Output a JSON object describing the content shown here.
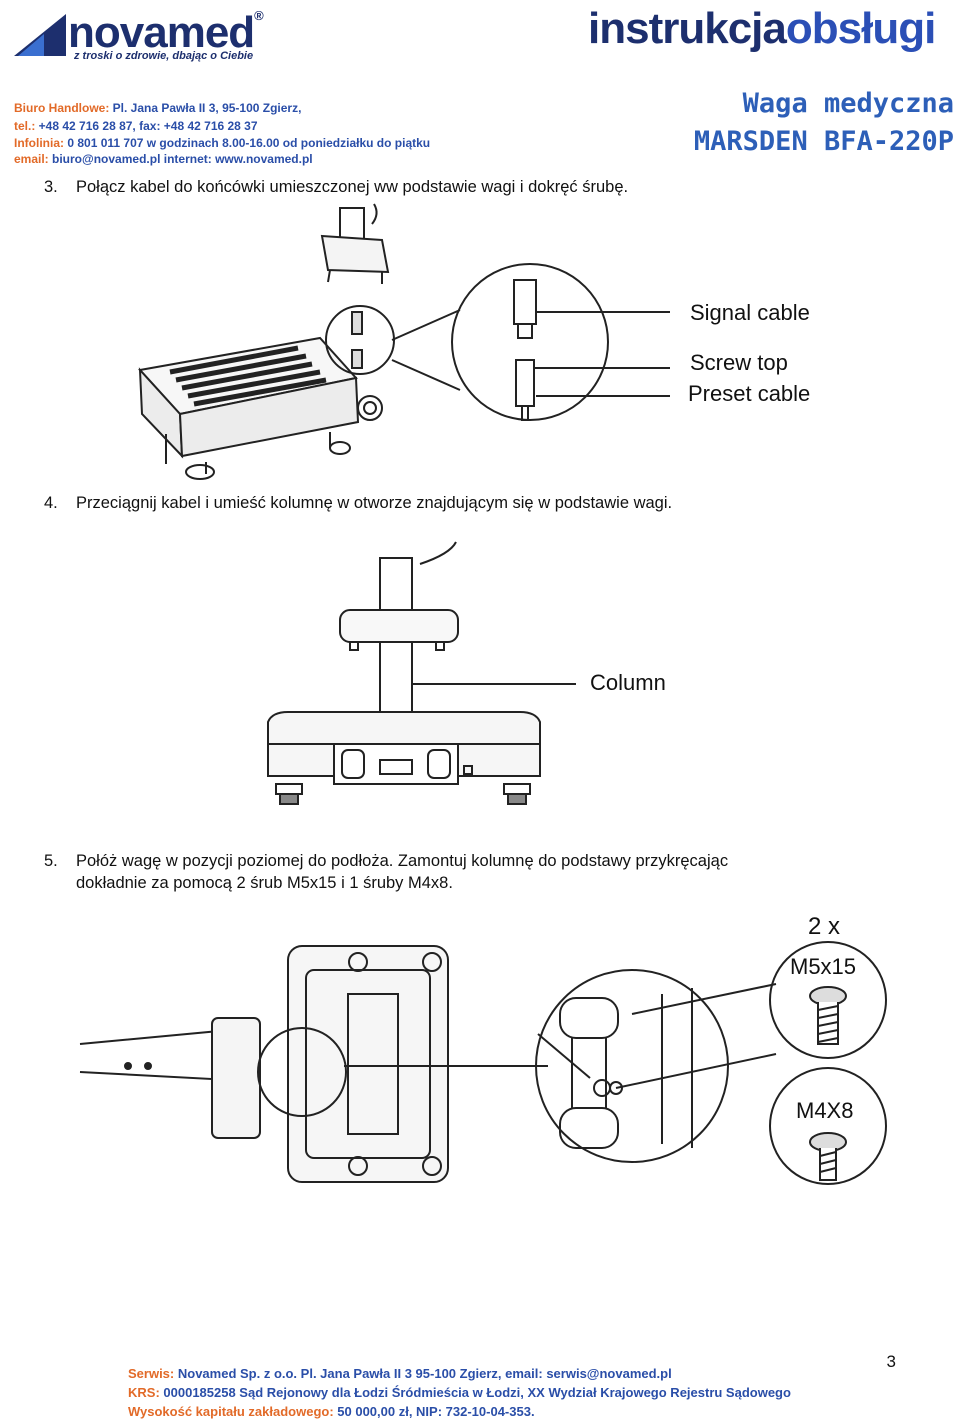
{
  "header": {
    "logo": "novamed",
    "logo_reg": "®",
    "tagline": "z troski o zdrowie, dbając o Ciebie",
    "brand_left": "instrukcja",
    "brand_right": "obsługi",
    "address_lines": [
      {
        "label": "Biuro Handlowe:",
        "text": " Pl. Jana Pawła II 3, 95-100 Zgierz,"
      },
      {
        "label": "tel.:",
        "text": " +48 42 716 28 87, fax: +48 42 716 28 37"
      },
      {
        "label": "Infolinia:",
        "text": " 0 801 011 707 w godzinach 8.00-16.00 od poniedziałku do piątku"
      },
      {
        "label": "email:",
        "text": " biuro@novamed.pl internet: www.novamed.pl"
      }
    ],
    "product_line1": "Waga medyczna",
    "product_line2": "MARSDEN BFA-220P"
  },
  "steps": {
    "s3_num": "3.",
    "s3_text": "Połącz kabel do końcówki umieszczonej ww podstawie wagi i dokręć śrubę.",
    "s4_num": "4.",
    "s4_text": "Przeciągnij kabel i umieść kolumnę w otworze znajdującym się w podstawie wagi.",
    "s5_num": "5.",
    "s5_text": "Połóż wagę w pozycji poziomej do podłoża. Zamontuj kolumnę do podstawy przykręcając",
    "s5_text2": "dokładnie za pomocą 2 śrub M5x15 i 1 śruby M4x8."
  },
  "figure1": {
    "signal_cable": "Signal cable",
    "screw_top": "Screw top",
    "preset_cable": "Preset cable"
  },
  "figure2": {
    "column": "Column"
  },
  "figure3": {
    "qty": "2 x",
    "screw_a": "M5x15",
    "screw_b": "M4X8"
  },
  "footer": {
    "line1_label": "Serwis:",
    "line1_text": " Novamed Sp. z o.o. Pl. Jana Pawła II 3 95-100 Zgierz, email: serwis@novamed.pl",
    "line2_label": "KRS:",
    "line2_text": " 0000185258 Sąd Rejonowy dla Łodzi Śródmieścia w Łodzi, XX Wydział Krajowego Rejestru Sądowego",
    "line3_label": "Wysokość kapitału zakładowego:",
    "line3_text": " 50 000,00 zł, NIP: 732-10-04-353.",
    "page_number": "3"
  },
  "colors": {
    "brand_navy": "#1d2f6e",
    "brand_blue": "#2a4ea8",
    "label_orange": "#e26a28"
  }
}
